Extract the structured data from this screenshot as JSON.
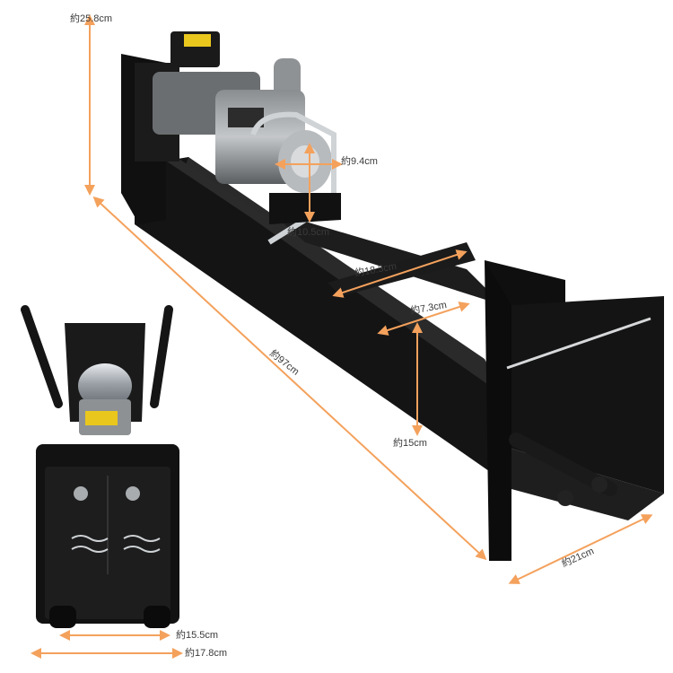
{
  "accent_color": "#f4a15c",
  "dimensions": {
    "height": "約25.8cm",
    "length": "約97cm",
    "width": "約21cm",
    "cylinder_diameter": "約9.4cm",
    "cylinder_height": "約10.5cm",
    "push_plate_width": "約18.3cm",
    "push_plate_height": "約7.3cm",
    "beam_height": "約15cm",
    "base_inner_width": "約15.5cm",
    "base_outer_width": "約17.8cm"
  },
  "product": {
    "type": "log splitter",
    "views": [
      "angled side view",
      "rear end view"
    ]
  }
}
